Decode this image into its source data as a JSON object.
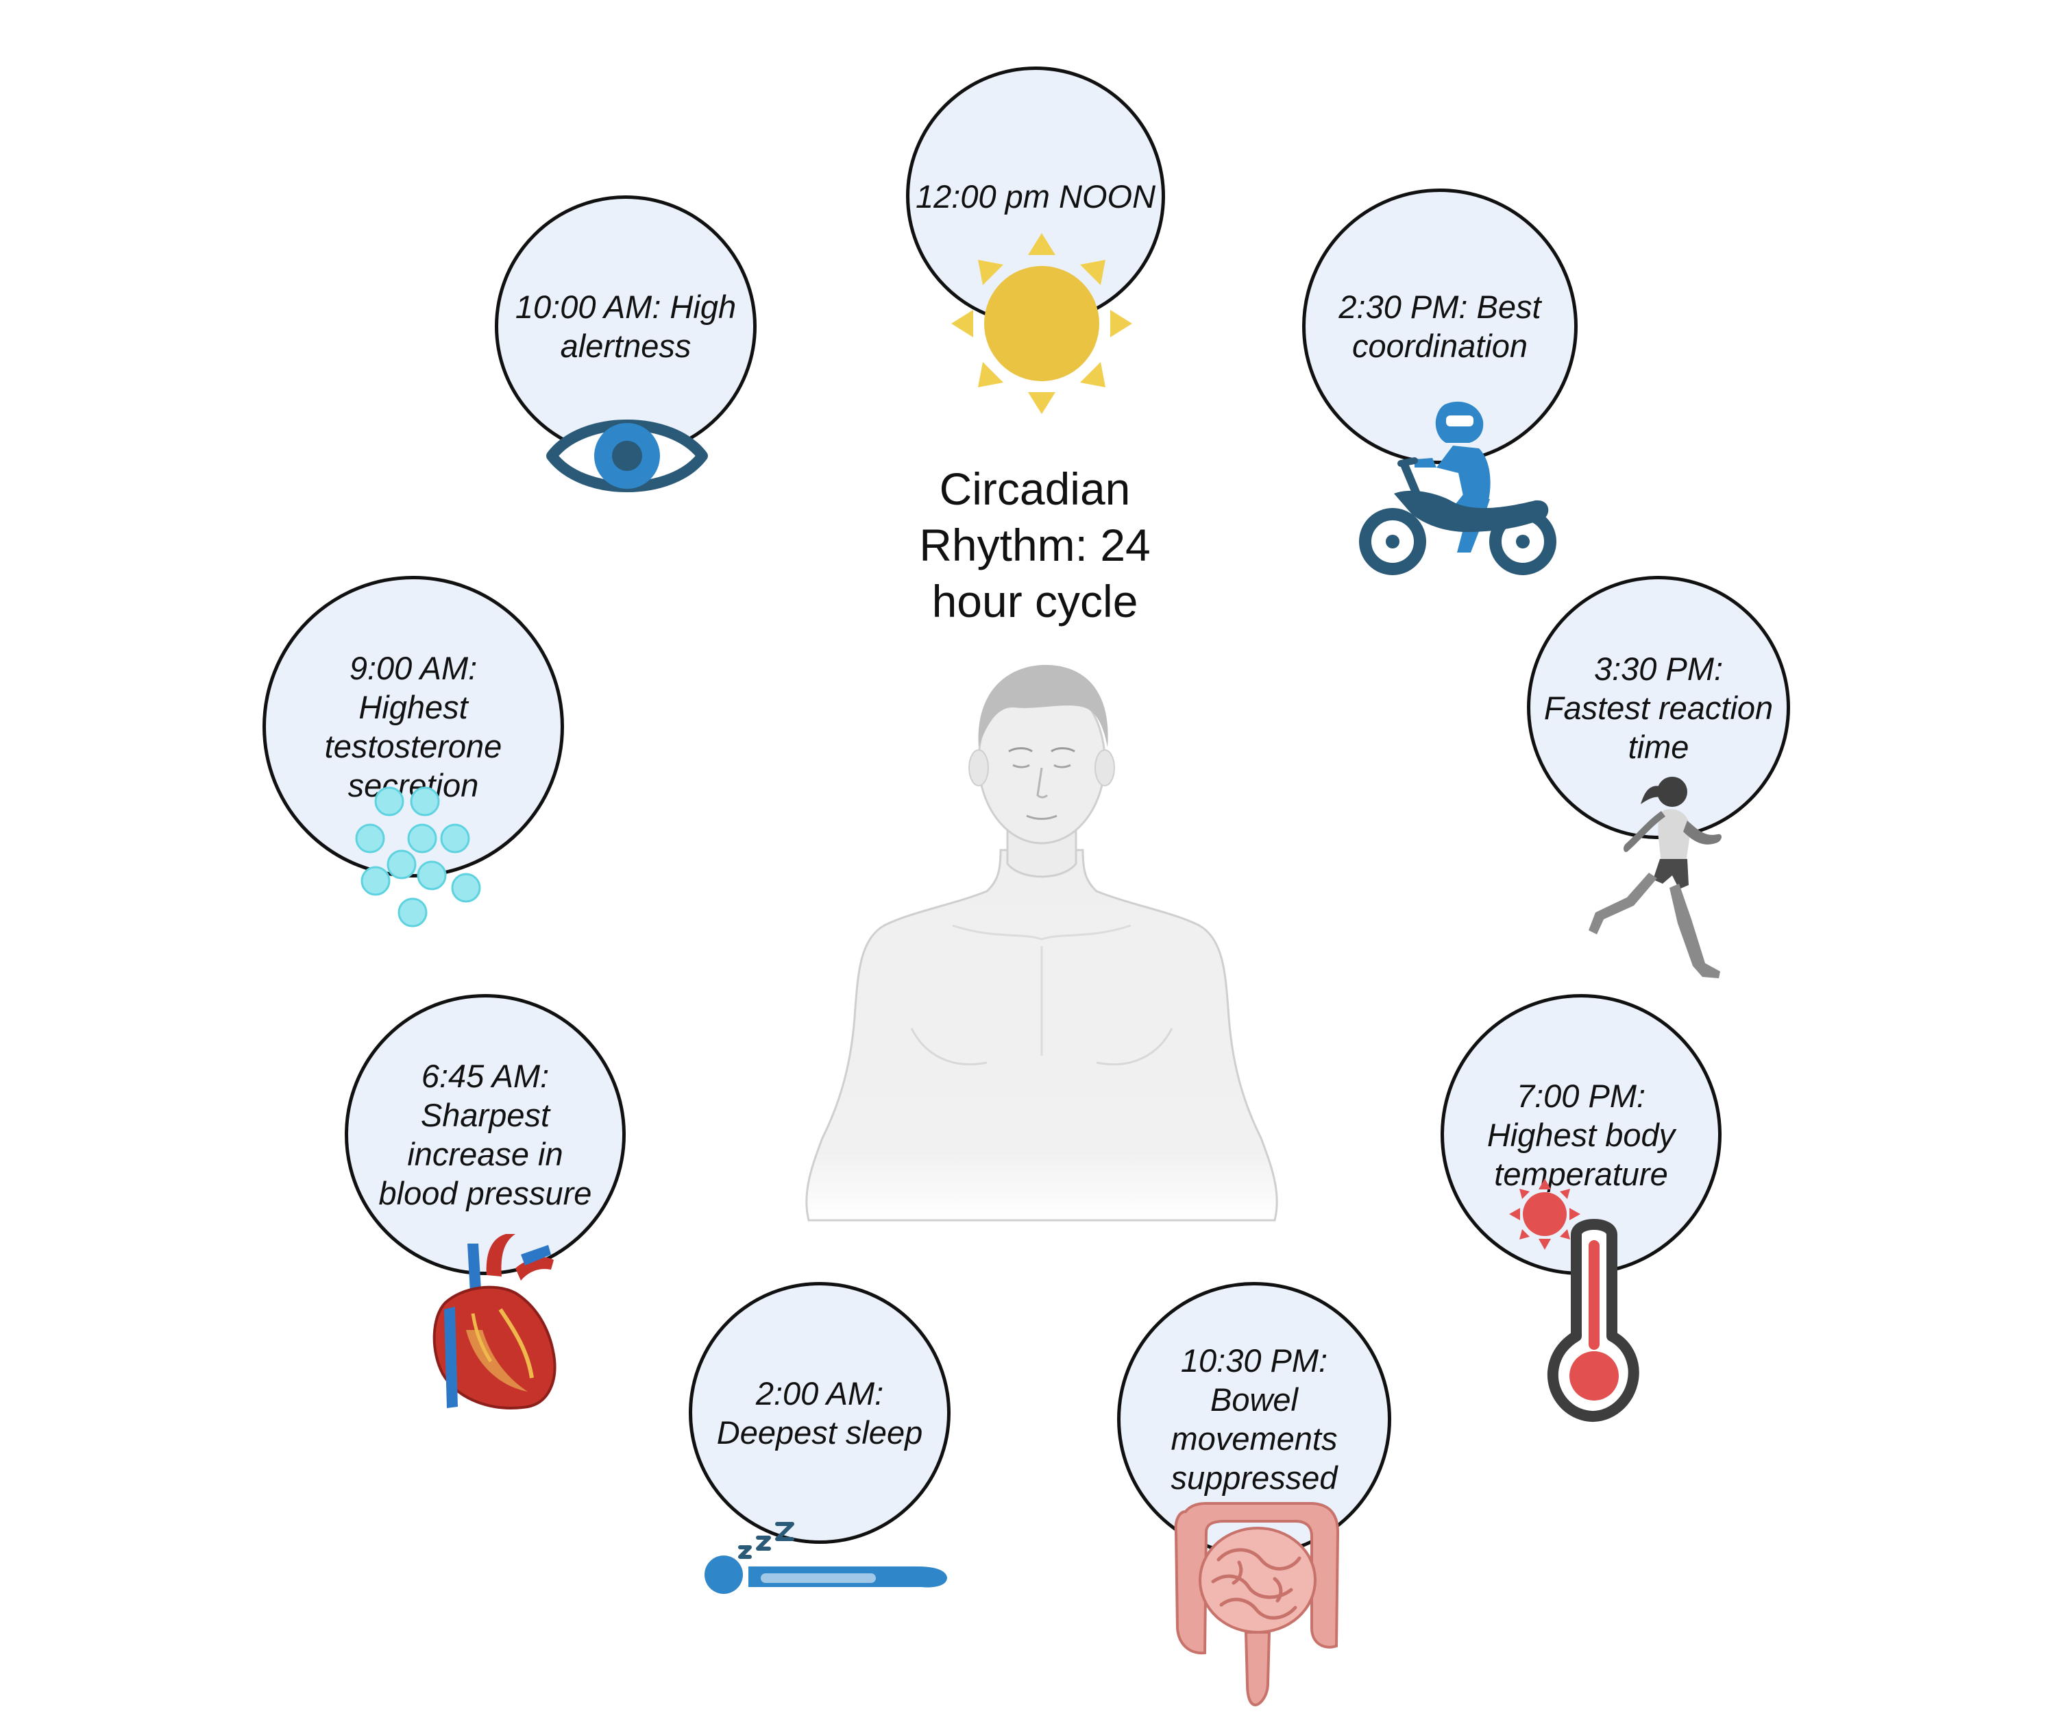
{
  "title": "Circadian\nRhythm: 24\nhour cycle",
  "events": [
    {
      "id": "noon",
      "label": "12:00 pm NOON",
      "icon": "sun-icon"
    },
    {
      "id": "high-alertness",
      "label": "10:00 AM: High\nalertness",
      "icon": "eye-icon"
    },
    {
      "id": "best-coordination",
      "label": "2:30 PM: Best\ncoordination",
      "icon": "motorcycle-rider-icon"
    },
    {
      "id": "testosterone",
      "label": "9:00 AM:\nHighest\ntestosterone\nsecretion",
      "icon": "molecules-icon"
    },
    {
      "id": "reaction-time",
      "label": "3:30 PM:\nFastest reaction\ntime",
      "icon": "runner-icon"
    },
    {
      "id": "blood-pressure",
      "label": "6:45 AM:\nSharpest\nincrease in\nblood pressure",
      "icon": "heart-icon"
    },
    {
      "id": "body-temperature",
      "label": "7:00 PM:\nHighest body\ntemperature",
      "icon": "thermometer-icon"
    },
    {
      "id": "deepest-sleep",
      "label": "2:00 AM:\nDeepest sleep",
      "icon": "sleeping-person-icon"
    },
    {
      "id": "bowel",
      "label": "10:30 PM:\nBowel\nmovements\nsuppressed",
      "icon": "intestines-icon"
    }
  ],
  "colors": {
    "bubble_fill": "#eaf1fb",
    "bubble_stroke": "#111111",
    "sun": "#e9c341",
    "eye": "#2f86c8",
    "eye_dark": "#2a5a77",
    "rider": "#2f86c8",
    "molecule": "#7fdbe8",
    "heart_red": "#c6332b",
    "heart_blue": "#2d78c6",
    "thermo_red": "#e25050",
    "thermo_gray": "#3e3e3e",
    "sleeper": "#2f86c8",
    "intestine": "#e8a49c",
    "body_skin": "#efefef"
  }
}
